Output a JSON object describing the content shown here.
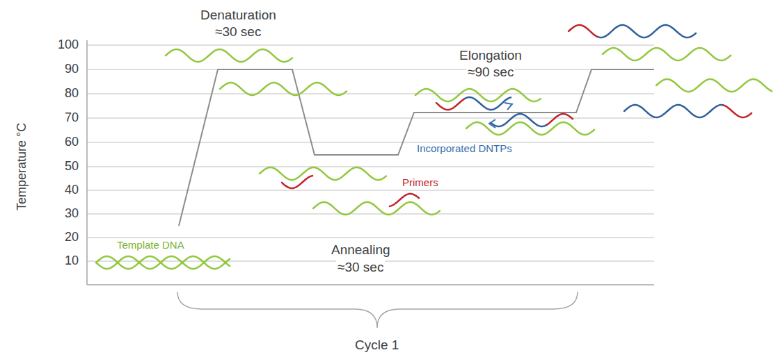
{
  "diagram": {
    "labels": [
      "Temperature °C",
      "100",
      "90",
      "80",
      "70",
      "60",
      "50",
      "40",
      "30",
      "20",
      "10",
      "Denaturation",
      "≈30 sec",
      "Elongation",
      "≈90 sec",
      "Incorporated DNTPs",
      "Primers",
      "Template DNA",
      "Annealing",
      "≈30 sec",
      "Cycle 1"
    ]
  }
}
